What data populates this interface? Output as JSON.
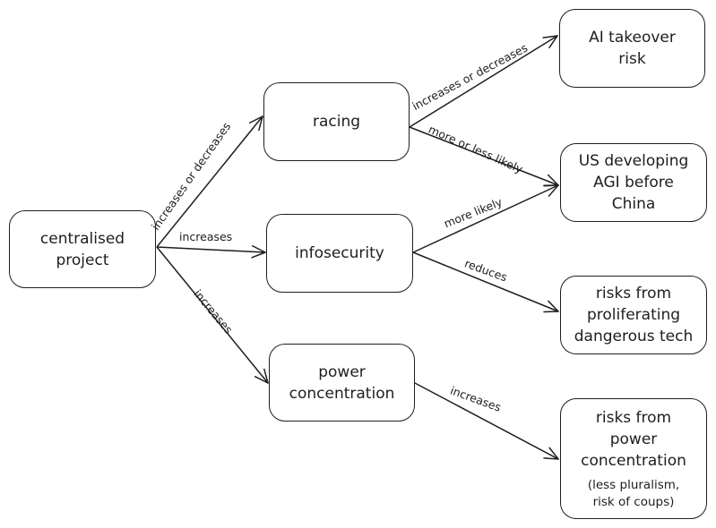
{
  "diagram": {
    "nodes": {
      "centralised_project": [
        "centralised",
        "project"
      ],
      "racing": [
        "racing"
      ],
      "infosecurity": [
        "infosecurity"
      ],
      "power_concentration": [
        "power",
        "concentration"
      ],
      "ai_takeover": [
        "AI takeover",
        "risk"
      ],
      "us_agi": [
        "US developing",
        "AGI before",
        "China"
      ],
      "proliferating": [
        "risks from",
        "proliferating",
        "dangerous tech"
      ],
      "risks_power": [
        "risks from",
        "power",
        "concentration"
      ],
      "risks_power_note": [
        "(less pluralism,",
        "risk of coups)"
      ]
    },
    "edges": [
      {
        "from": "centralised_project",
        "to": "racing",
        "label": "increases or decreases"
      },
      {
        "from": "centralised_project",
        "to": "infosecurity",
        "label": "increases"
      },
      {
        "from": "centralised_project",
        "to": "power_concentration",
        "label": "increases"
      },
      {
        "from": "racing",
        "to": "ai_takeover",
        "label": "increases or decreases"
      },
      {
        "from": "racing",
        "to": "us_agi",
        "label": "more or less likely"
      },
      {
        "from": "infosecurity",
        "to": "us_agi",
        "label": "more likely"
      },
      {
        "from": "infosecurity",
        "to": "proliferating",
        "label": "reduces"
      },
      {
        "from": "power_concentration",
        "to": "risks_power",
        "label": "increases"
      }
    ]
  }
}
